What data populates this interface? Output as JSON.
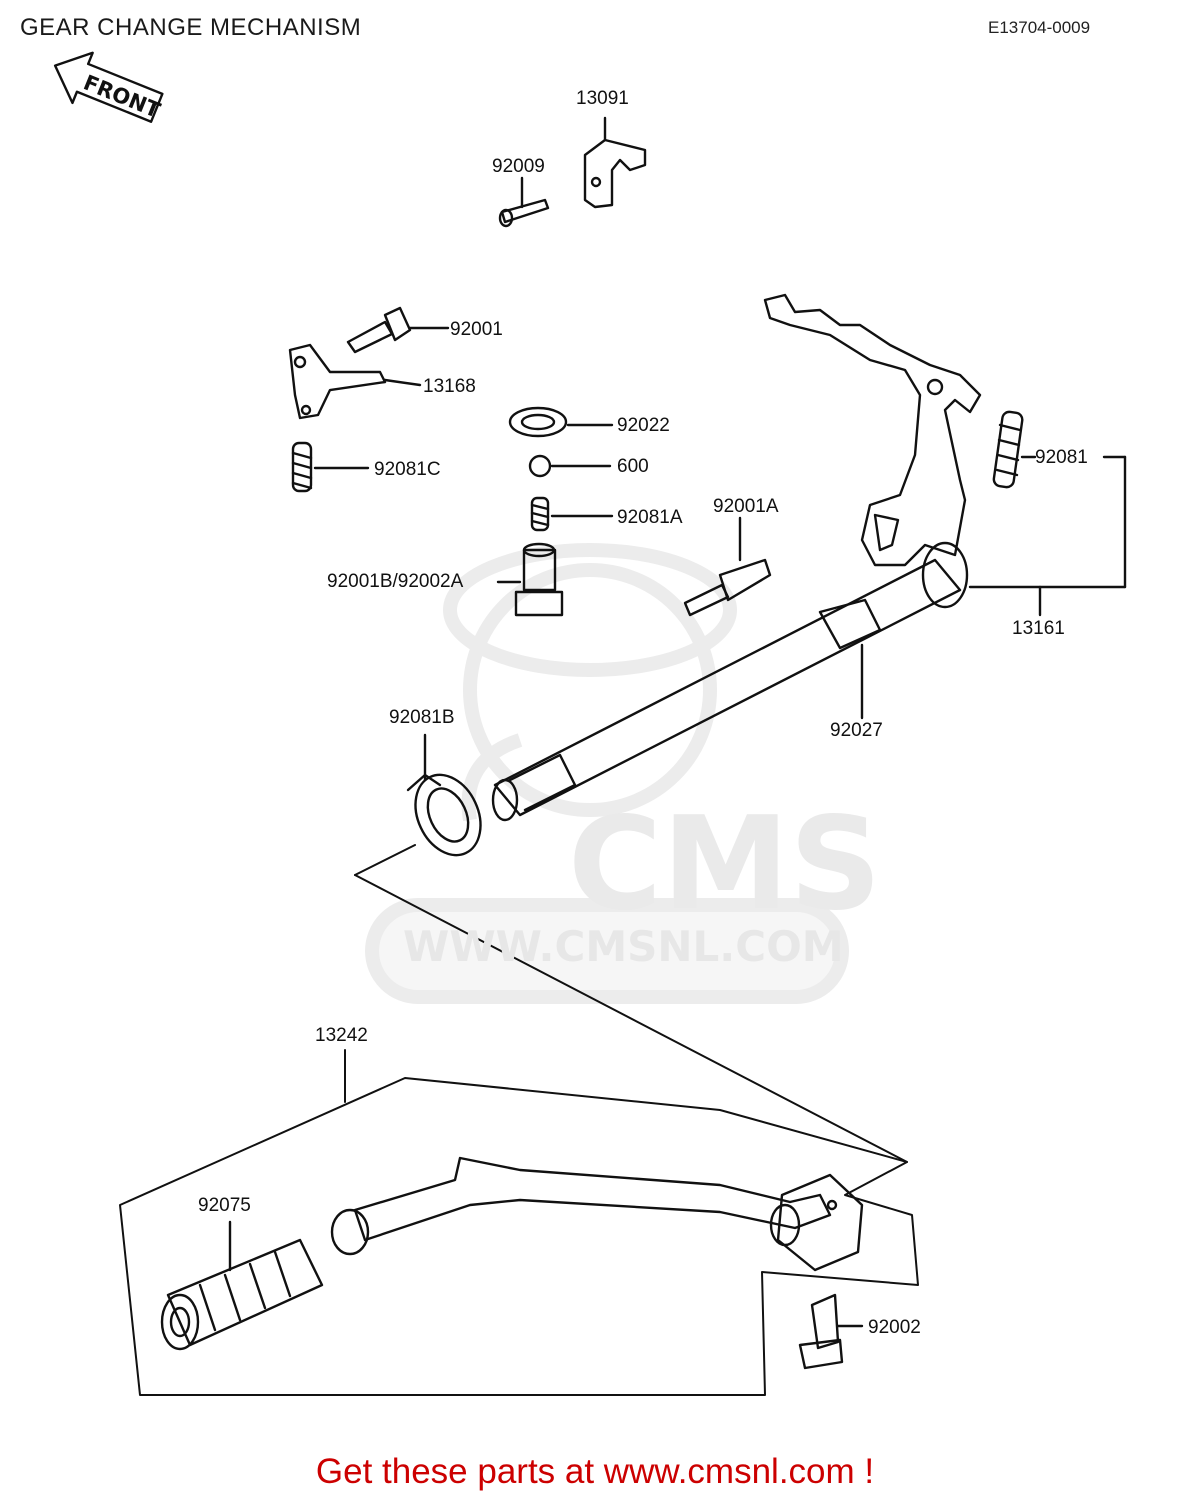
{
  "title": "GEAR CHANGE MECHANISM",
  "ref_code": "E13704-0009",
  "front_label": "FRONT",
  "parts": {
    "p13091": "13091",
    "p92009": "92009",
    "p92001": "92001",
    "p13168": "13168",
    "p92022": "92022",
    "p600": "600",
    "p92081C": "92081C",
    "p92081A": "92081A",
    "p92001A": "92001A",
    "p92001B": "92001B/92002A",
    "p92081": "92081",
    "p13161": "13161",
    "p92027": "92027",
    "p92081B": "92081B",
    "p13242": "13242",
    "p92075": "92075",
    "p92002": "92002"
  },
  "watermark": {
    "brand": "CMS",
    "url": "WWW.CMSNL.COM"
  },
  "footer": "Get these parts at www.cmsnl.com !",
  "colors": {
    "line": "#111111",
    "footer": "#cc0000",
    "watermark": "#e8e8e8"
  }
}
